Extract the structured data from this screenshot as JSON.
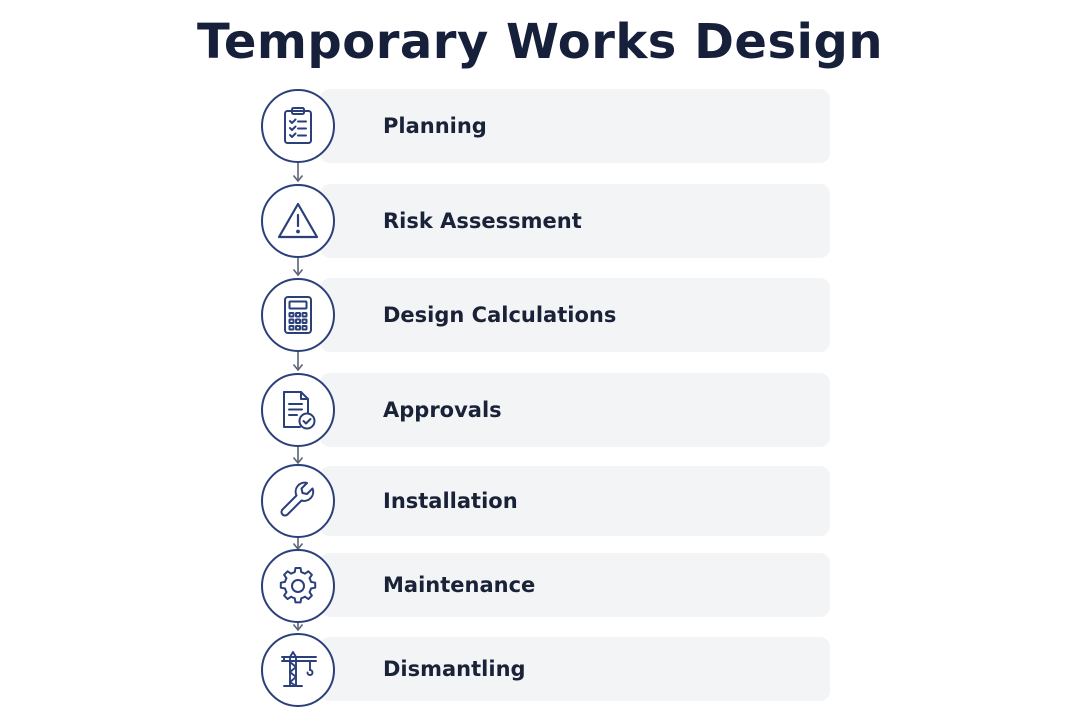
{
  "title": "Temporary Works Design",
  "steps": [
    {
      "label": "Planning",
      "icon": "clipboard-checklist-icon"
    },
    {
      "label": "Risk Assessment",
      "icon": "warning-triangle-icon"
    },
    {
      "label": "Design Calculations",
      "icon": "calculator-icon"
    },
    {
      "label": "Approvals",
      "icon": "approved-document-icon"
    },
    {
      "label": "Installation",
      "icon": "wrench-icon"
    },
    {
      "label": "Maintenance",
      "icon": "gear-icon"
    },
    {
      "label": "Dismantling",
      "icon": "tower-crane-icon"
    }
  ],
  "colors": {
    "accent": "#2b3f7a",
    "card_background": "#f3f4f6",
    "text": "#1a2238",
    "connector": "#5a6478"
  }
}
